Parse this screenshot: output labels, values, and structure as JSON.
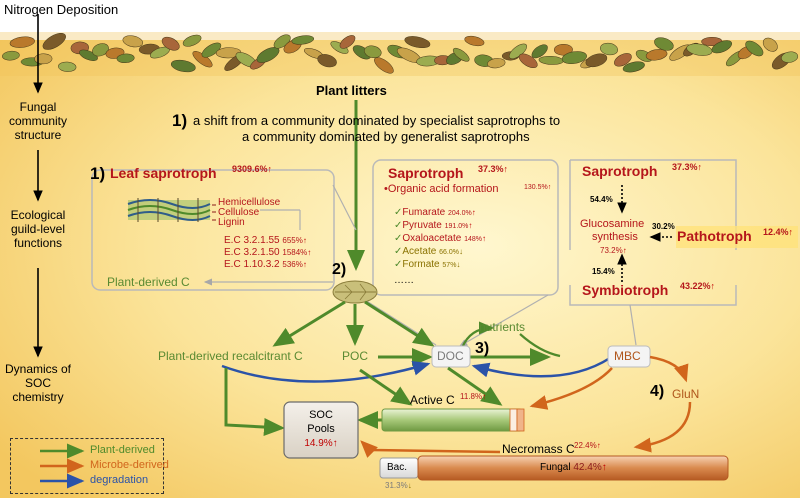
{
  "left_column": {
    "nitrogen_deposition": "Nitrogen Deposition",
    "fungal_structure": [
      "Fungal",
      "community",
      "structure"
    ],
    "guild_functions": [
      "Ecological",
      "guild-level",
      "functions"
    ],
    "soc_dynamics": [
      "Dynamics of",
      "SOC",
      "chemistry"
    ]
  },
  "top": {
    "plant_litters": "Plant litters",
    "shift_number": "1)",
    "shift_line1": "a shift from a community dominated by specialist saprotrophs to",
    "shift_line2": "a community dominated by generalist saprotrophs"
  },
  "leaf_panel": {
    "number": "1)",
    "title": "Leaf saprotroph",
    "pct": "9309.6%",
    "components": [
      "Hemicellulose",
      "Cellulose",
      "Lignin"
    ],
    "enzymes": [
      {
        "name": "E.C 3.2.1.55",
        "pct": "655%"
      },
      {
        "name": "E.C 3.2.1.50",
        "pct": "1584%"
      },
      {
        "name": "E.C 1.10.3.2",
        "pct": "536%"
      }
    ],
    "plant_derived_c": "Plant-derived C"
  },
  "mid_panel": {
    "title": "Saprotroph",
    "pct": "37.3%",
    "organic_acid": "•Organic acid formation",
    "organic_acid_pct": "130.5%",
    "acids": [
      {
        "name": "Fumarate",
        "pct": "204.0%",
        "dir": "up"
      },
      {
        "name": "Pyruvate",
        "pct": "191.0%",
        "dir": "up"
      },
      {
        "name": "Oxaloacetate",
        "pct": "148%",
        "dir": "up"
      },
      {
        "name": "Acetate",
        "pct": "66.0%",
        "dir": "down"
      },
      {
        "name": "Formate",
        "pct": "57%",
        "dir": "down"
      }
    ],
    "ellipsis": "……"
  },
  "right_panel": {
    "saprotroph": "Saprotroph",
    "saprotroph_pct": "37.3%",
    "arrow_pct_top": "54.4%",
    "glucosamine1": "Glucosamine",
    "glucosamine2": "synthesis",
    "glucosamine_pct": "73.2%",
    "pathotroph_arrow_pct": "30.2%",
    "pathotroph": "Pathotroph",
    "pathotroph_pct": "12.4%",
    "arrow_pct_bottom": "15.4%",
    "symbiotroph": "Symbiotroph",
    "symbiotroph_pct": "43.22%"
  },
  "flow": {
    "step2": "2)",
    "step3": "3)",
    "step4": "4)",
    "recalcitrant": "Plant-derived recalcitrant C",
    "poc": "POC",
    "doc": "DOC",
    "nutrients": "nutrients",
    "mbc": "MBC",
    "glun": "GluN",
    "active_c": "Active C",
    "active_c_pct": "11.8%",
    "necromass": "Necromass C",
    "necromass_pct": "22.4%",
    "soc_line1": "SOC",
    "soc_line2": "Pools",
    "soc_pct": "14.9%",
    "bac": "Bac.",
    "bac_pct": "31.3%",
    "fungal": "Fungal",
    "fungal_pct": "42.4%"
  },
  "legend": [
    {
      "label": "Plant-derived",
      "color": "#4f8a2b"
    },
    {
      "label": "Microbe-derived",
      "color": "#d1651c"
    },
    {
      "label": "degradation",
      "color": "#2b53a8"
    }
  ]
}
